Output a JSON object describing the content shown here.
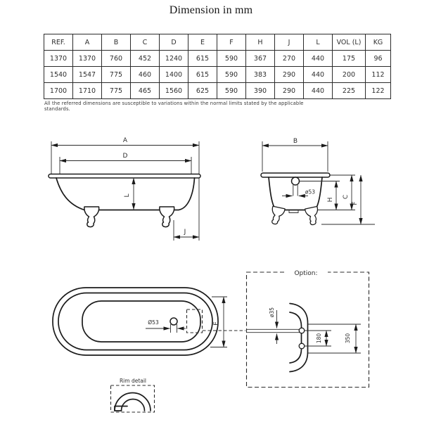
{
  "title": "Dimension in mm",
  "table": {
    "headers": [
      "REF.",
      "A",
      "B",
      "C",
      "D",
      "E",
      "F",
      "H",
      "J",
      "L",
      "VOL (L)",
      "KG"
    ],
    "rows": [
      [
        "1370",
        "1370",
        "760",
        "452",
        "1240",
        "615",
        "590",
        "367",
        "270",
        "440",
        "175",
        "96"
      ],
      [
        "1540",
        "1547",
        "775",
        "460",
        "1400",
        "615",
        "590",
        "383",
        "290",
        "440",
        "200",
        "112"
      ],
      [
        "1700",
        "1710",
        "775",
        "465",
        "1560",
        "625",
        "590",
        "390",
        "290",
        "440",
        "225",
        "122"
      ]
    ]
  },
  "footnote": "All the referred dimensions are susceptible to variations within the normal limits stated by the applicable standards.",
  "side_view": {
    "dim_a": "A",
    "dim_d": "D",
    "dim_l": "L",
    "dim_j": "J"
  },
  "end_view": {
    "dim_b": "B",
    "drain_diameter": "ø53",
    "dim_h": "H",
    "dim_c": "C",
    "dim_f": "F"
  },
  "top_view": {
    "drain_diameter": "Ø53",
    "dim_e": "E"
  },
  "option_detail": {
    "label": "Option:",
    "hole_diameter": "ø35",
    "hole_spacing": "180",
    "span": "350"
  },
  "rim_detail": {
    "label": "Rim detail"
  },
  "colors": {
    "line": "#1b1b1b",
    "text": "#2b2b2b",
    "background": "#ffffff"
  }
}
